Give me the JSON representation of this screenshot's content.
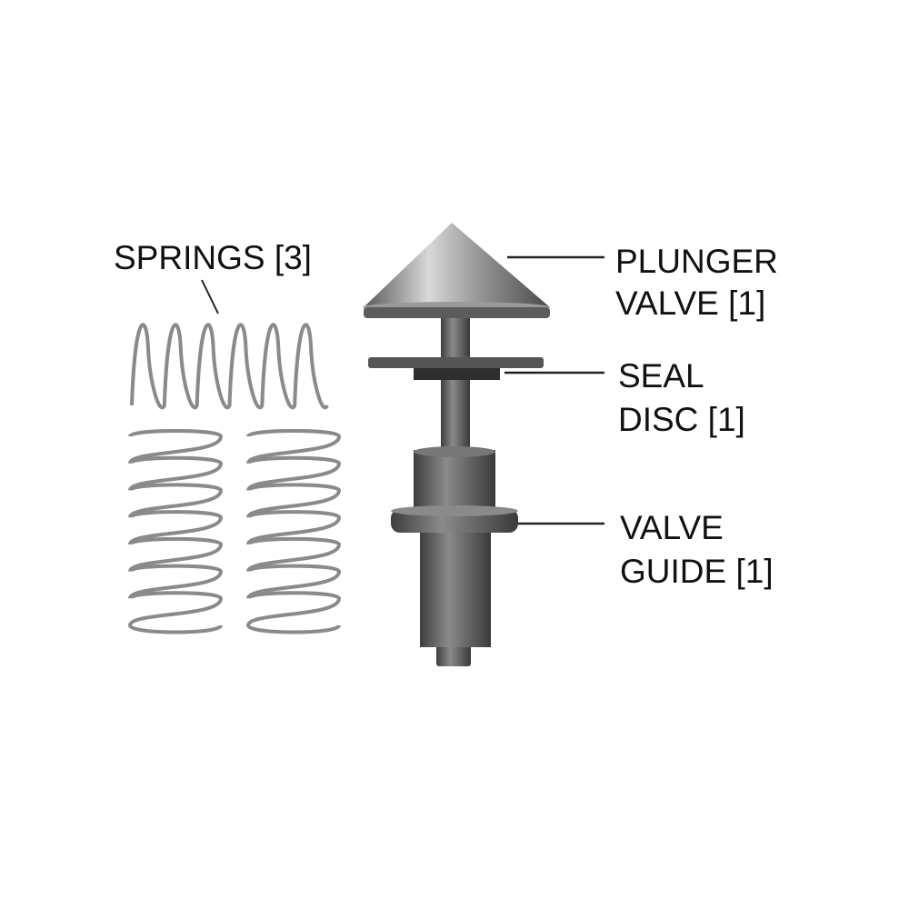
{
  "labels": {
    "springs": "SPRINGS [3]",
    "plunger_line1": "PLUNGER",
    "plunger_line2": "VALVE [1]",
    "seal_line1": "SEAL",
    "seal_line2": "DISC [1]",
    "guide_line1": "VALVE",
    "guide_line2": "GUIDE [1]"
  },
  "colors": {
    "metal_dark": "#3a3a3a",
    "metal_mid": "#6b6b6b",
    "metal_light": "#c8c8c8",
    "spring": "#8a8a8a",
    "text": "#111111"
  }
}
